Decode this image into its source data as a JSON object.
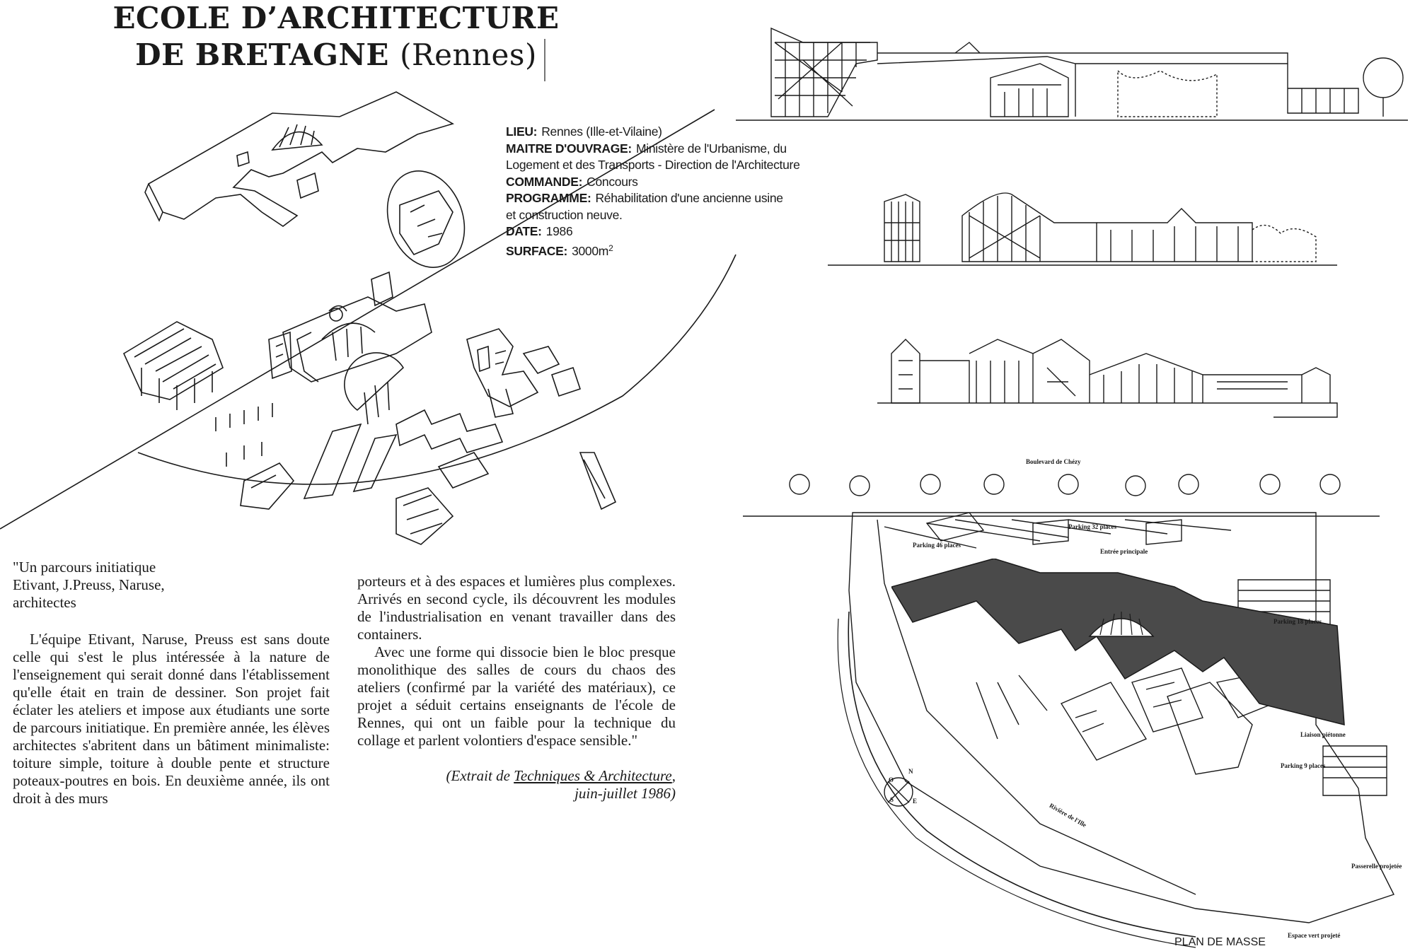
{
  "title": {
    "line1": "ECOLE D’ARCHITECTURE",
    "line2": "DE BRETAGNE",
    "line2_sub": "(Rennes)"
  },
  "fiche": [
    {
      "label": "LIEU:",
      "value": "Rennes (Ille-et-Vilaine)"
    },
    {
      "label": "MAITRE D'OUVRAGE:",
      "value": "Ministère de l'Urbanisme, du"
    },
    {
      "label": "",
      "value": "Logement et des Transports - Direction de l'Architecture"
    },
    {
      "label": "COMMANDE:",
      "value": "Concours"
    },
    {
      "label": "PROGRAMME:",
      "value": "Réhabilitation d'une ancienne usine"
    },
    {
      "label": "",
      "value": "et construction neuve."
    },
    {
      "label": "DATE:",
      "value": "1986"
    },
    {
      "label": "SURFACE:",
      "value": "3000m",
      "sup": "2"
    }
  ],
  "article": {
    "quote": [
      "\"Un parcours initiatique",
      "Etivant, J.Preuss, Naruse,",
      "architectes"
    ],
    "para1": "L'équipe Etivant, Naruse, Preuss est sans doute celle qui s'est le plus intéressée à la nature de l'enseignement qui serait donné dans l'établissement qu'elle était en train de dessiner. Son projet fait éclater les ateliers et impose aux étudiants une sorte de parcours initiatique. En première année, les élèves architectes s'abritent dans un bâtiment minimaliste: toiture simple, toiture à double pente et structure poteaux-poutres en bois. En deuxième année, ils ont droit à des murs",
    "para1_cont": "porteurs et à des espaces et lumières plus complexes. Arrivés en second cycle, ils découvrent les modules de l'industrialisation en venant travailler dans des containers.",
    "para2": "Avec une forme qui dissocie bien le bloc presque monolithique des salles de cours du chaos des ateliers (confirmé par la variété des matériaux), ce projet a séduit certains enseignants de l'école de Rennes, qui ont un faible pour la technique du collage et parlent volontiers d'espace sensible.\"",
    "citation_pre": "(Extrait de ",
    "citation_source": "Techniques & Architecture",
    "citation_post": ",",
    "citation_date": "juin-juillet 1986)"
  },
  "plan": {
    "label": "PLAN DE MASSE",
    "street": "Boulevard de Chézy",
    "parking_1": "Parking 46 places",
    "parking_2": "Parking 32 places",
    "entrance": "Entrée principale",
    "parking_3": "Parking 18 places",
    "pedestrian": "Liaison piétonne",
    "parking_4": "Parking 9 places",
    "river": "Rivière de l'Ille",
    "footbridge": "Passerelle projetée",
    "green_space": "Espace vert projeté",
    "compass": [
      "N",
      "S",
      "O",
      "E"
    ]
  },
  "colors": {
    "ink": "#1a1a1a",
    "dark_block": "#4a4a4a",
    "paper": "#ffffff"
  }
}
